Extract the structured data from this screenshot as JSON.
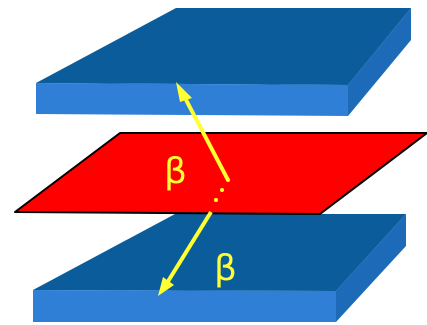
{
  "diagram": {
    "labels": {
      "upper_beta": "β",
      "lower_beta": "β"
    },
    "components": [
      "top-slab",
      "middle-plane",
      "bottom-slab",
      "upward-arrow",
      "downward-arrow"
    ]
  },
  "colors": {
    "slab_top_face": "#0a5c9a",
    "slab_side_front": "#2f7fd6",
    "slab_side_right": "#1d6bb8",
    "plane_fill": "#ff0000",
    "plane_stroke": "#000000",
    "arrow": "#ffff33",
    "label": "#ffff33"
  }
}
